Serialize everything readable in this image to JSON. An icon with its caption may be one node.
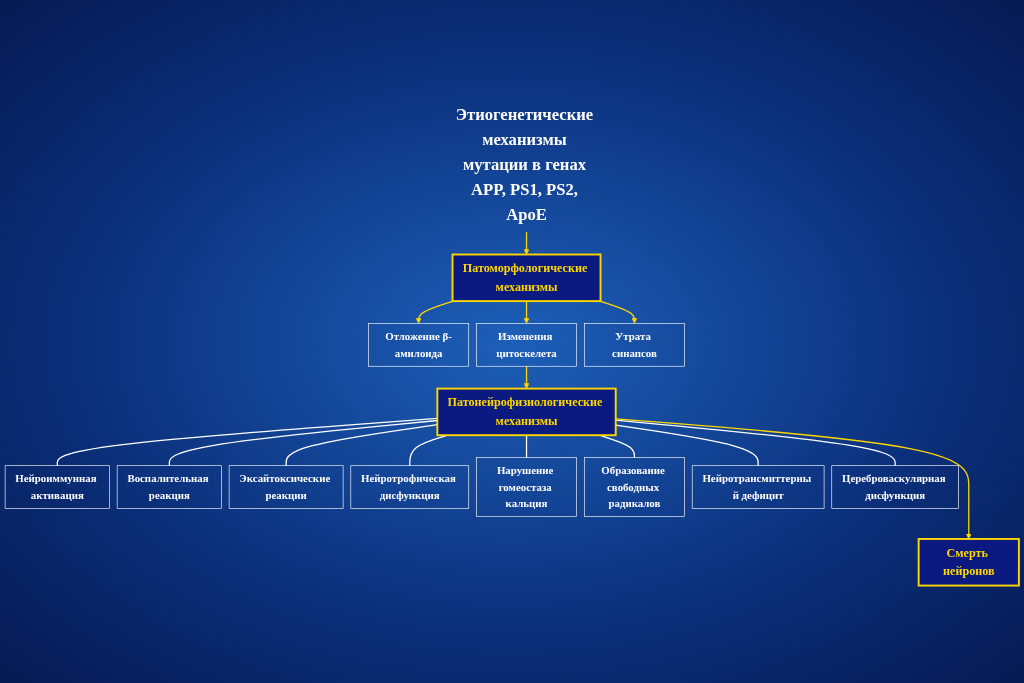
{
  "diagram": {
    "nodes": [
      {
        "text": [
          "Этиогенетические механизмы мутации в генах APP, PS1, PS2, ApoE"
        ]
      },
      {
        "text": [
          "Патоморфологические механизмы"
        ]
      },
      {
        "text": [
          "Отложение β-амилоида"
        ]
      },
      {
        "text": [
          "Изменения цитоскелета"
        ]
      },
      {
        "text": [
          "Утрата синапсов"
        ]
      },
      {
        "text": [
          "Нейроиммунная активация"
        ]
      },
      {
        "text": [
          "Патонейрофизиологические механизмы"
        ]
      },
      {
        "text": [
          "Воспалительная реакция"
        ]
      },
      {
        "text": [
          "Эксайтоксические реакции"
        ]
      },
      {
        "text": [
          "Нейротрофическая дисфункция"
        ]
      },
      {
        "text": [
          "Нарушение гомеостаза кальция"
        ]
      },
      {
        "text": [
          "Образование свободных радикалов"
        ]
      },
      {
        "text": [
          "Нейротрансмиттерны й дефицит"
        ]
      },
      {
        "text": [
          "Цереброваскулярная дисфункция"
        ]
      },
      {
        "text": [
          "Смерть нейронов"
        ]
      }
    ],
    "edges": [
      {
        "from": 0,
        "to": 1,
        "arrow": "to",
        "color": "#ffd700"
      },
      {
        "from": 1,
        "to": 2,
        "arrow": "to",
        "color": "#ffd700"
      },
      {
        "from": 1,
        "to": 3,
        "arrow": "to",
        "color": "#ffd700"
      },
      {
        "from": 1,
        "to": 4,
        "arrow": "to",
        "color": "#ffd700"
      },
      {
        "from": 3,
        "to": 6,
        "arrow": "to",
        "color": "#ffd700"
      },
      {
        "from": 6,
        "to": 5,
        "arrow": "none"
      },
      {
        "from": 6,
        "to": 7,
        "arrow": "none"
      },
      {
        "from": 6,
        "to": 8,
        "arrow": "none"
      },
      {
        "from": 6,
        "to": 13,
        "arrow": "none"
      },
      {
        "from": 6,
        "to": 10,
        "arrow": "none"
      },
      {
        "from": 6,
        "to": 11,
        "arrow": "none"
      },
      {
        "from": 6,
        "to": 9,
        "arrow": "none"
      },
      {
        "from": 6,
        "to": 12,
        "arrow": "none"
      },
      {
        "from": 6,
        "to": 14,
        "arrow": "to",
        "color": "#ffd700"
      }
    ]
  }
}
